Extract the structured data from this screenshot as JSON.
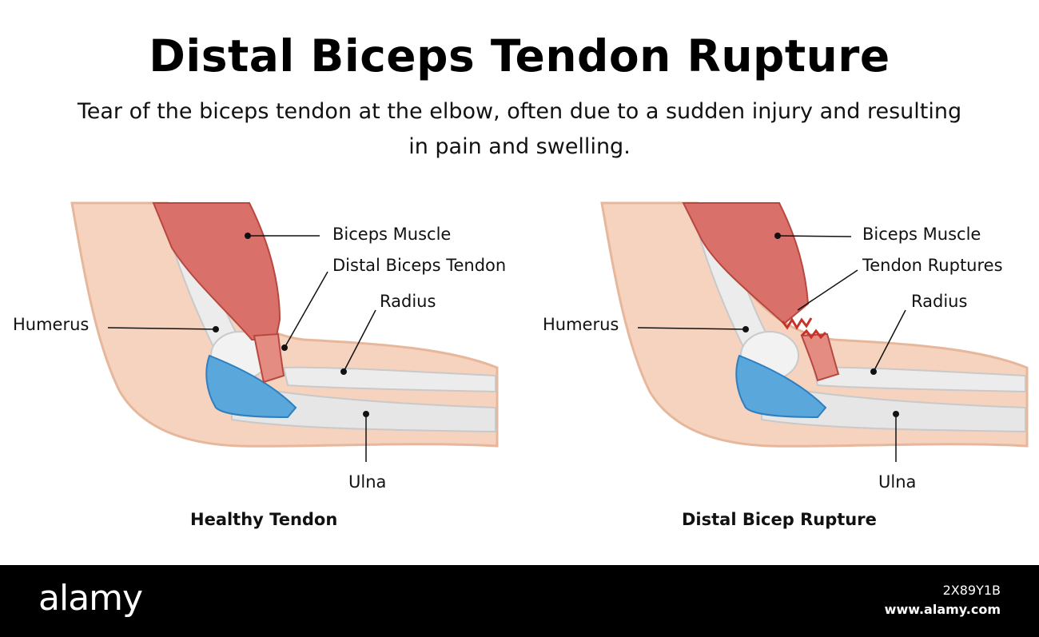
{
  "header": {
    "title": "Distal Biceps Tendon Rupture",
    "subtitle": "Tear of the biceps tendon at the elbow, often due to a sudden injury and resulting in pain and swelling."
  },
  "panels": [
    {
      "caption": "Healthy Tendon",
      "labels": {
        "biceps_muscle": "Biceps Muscle",
        "tendon": "Distal Biceps Tendon",
        "radius": "Radius",
        "humerus": "Humerus",
        "ulna": "Ulna"
      }
    },
    {
      "caption": "Distal Bicep Rupture",
      "labels": {
        "biceps_muscle": "Biceps Muscle",
        "tendon": "Tendon Ruptures",
        "radius": "Radius",
        "humerus": "Humerus",
        "ulna": "Ulna"
      }
    }
  ],
  "watermark": {
    "logo": "alamy",
    "image_id": "2X89Y1B",
    "url": "www.alamy.com"
  },
  "colors": {
    "skin": "#f6d3bf",
    "skin_outline": "#e7b79c",
    "muscle": "#d9706a",
    "muscle_dark": "#b8483f",
    "bone": "#ececec",
    "bone_outline": "#c9c9c9",
    "ligament": "#5aa7dc",
    "rupture": "#c8322a"
  }
}
